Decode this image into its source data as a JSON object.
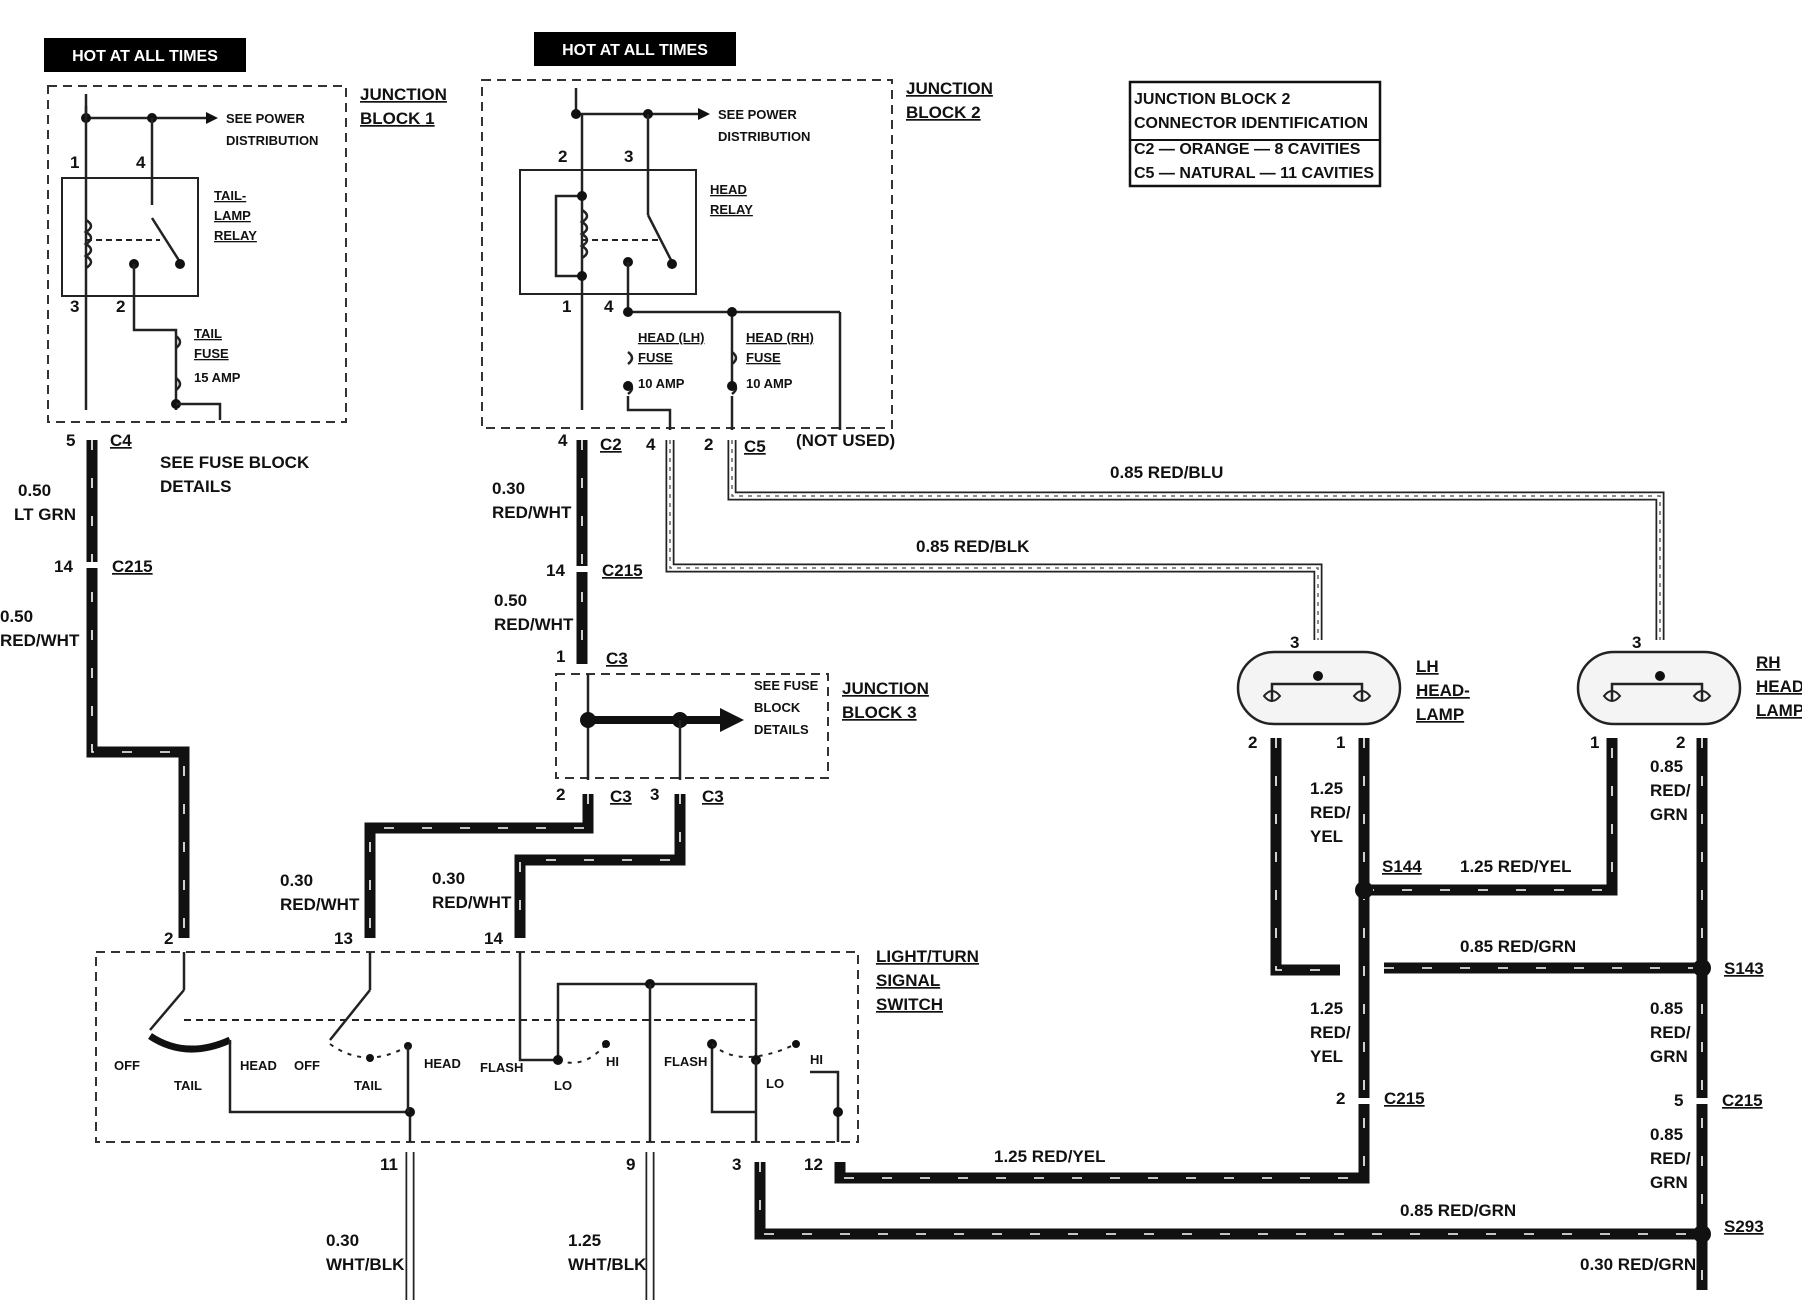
{
  "hot_labels": [
    "HOT AT ALL TIMES",
    "HOT AT ALL TIMES"
  ],
  "junction_blocks": {
    "jb1": "JUNCTION BLOCK 1",
    "jb2": "JUNCTION BLOCK 2",
    "jb3": "JUNCTION BLOCK 3"
  },
  "see_power": "SEE POWER DISTRIBUTION",
  "see_fuse_block": "SEE FUSE BLOCK DETAILS",
  "relays": {
    "tail": "TAIL-LAMP RELAY",
    "head": "HEAD RELAY"
  },
  "fuses": {
    "tail": {
      "name": "TAIL FUSE",
      "rating": "15 AMP"
    },
    "head_lh": {
      "name": "HEAD (LH) FUSE",
      "rating": "10 AMP"
    },
    "head_rh": {
      "name": "HEAD (RH) FUSE",
      "rating": "10 AMP"
    }
  },
  "not_used": "(NOT USED)",
  "connector_id": {
    "title1": "JUNCTION BLOCK 2",
    "title2": "CONNECTOR IDENTIFICATION",
    "rows": [
      "C2 — ORANGE — 8 CAVITIES",
      "C5 — NATURAL — 11 CAVITIES"
    ]
  },
  "connectors": [
    "C4",
    "C2",
    "C5",
    "C215",
    "C3",
    "S144",
    "S143",
    "S293"
  ],
  "pins": [
    "1",
    "2",
    "3",
    "4",
    "5",
    "9",
    "11",
    "12",
    "13",
    "14"
  ],
  "wires": [
    "0.50 LT GRN",
    "0.50 RED/WHT",
    "0.30 RED/WHT",
    "0.85 RED/BLU",
    "0.85 RED/BLK",
    "1.25 RED/YEL",
    "0.85 RED/GRN",
    "0.30 RED/GRN",
    "0.30 WHT/BLK",
    "1.25 WHT/BLK"
  ],
  "lamps": {
    "lh": "LH HEAD-LAMP",
    "rh": "RH HEAD-LAMP"
  },
  "switch": {
    "title": "LIGHT/TURN SIGNAL SWITCH",
    "positions": [
      "OFF",
      "TAIL",
      "HEAD",
      "FLASH",
      "LO",
      "HI"
    ]
  }
}
